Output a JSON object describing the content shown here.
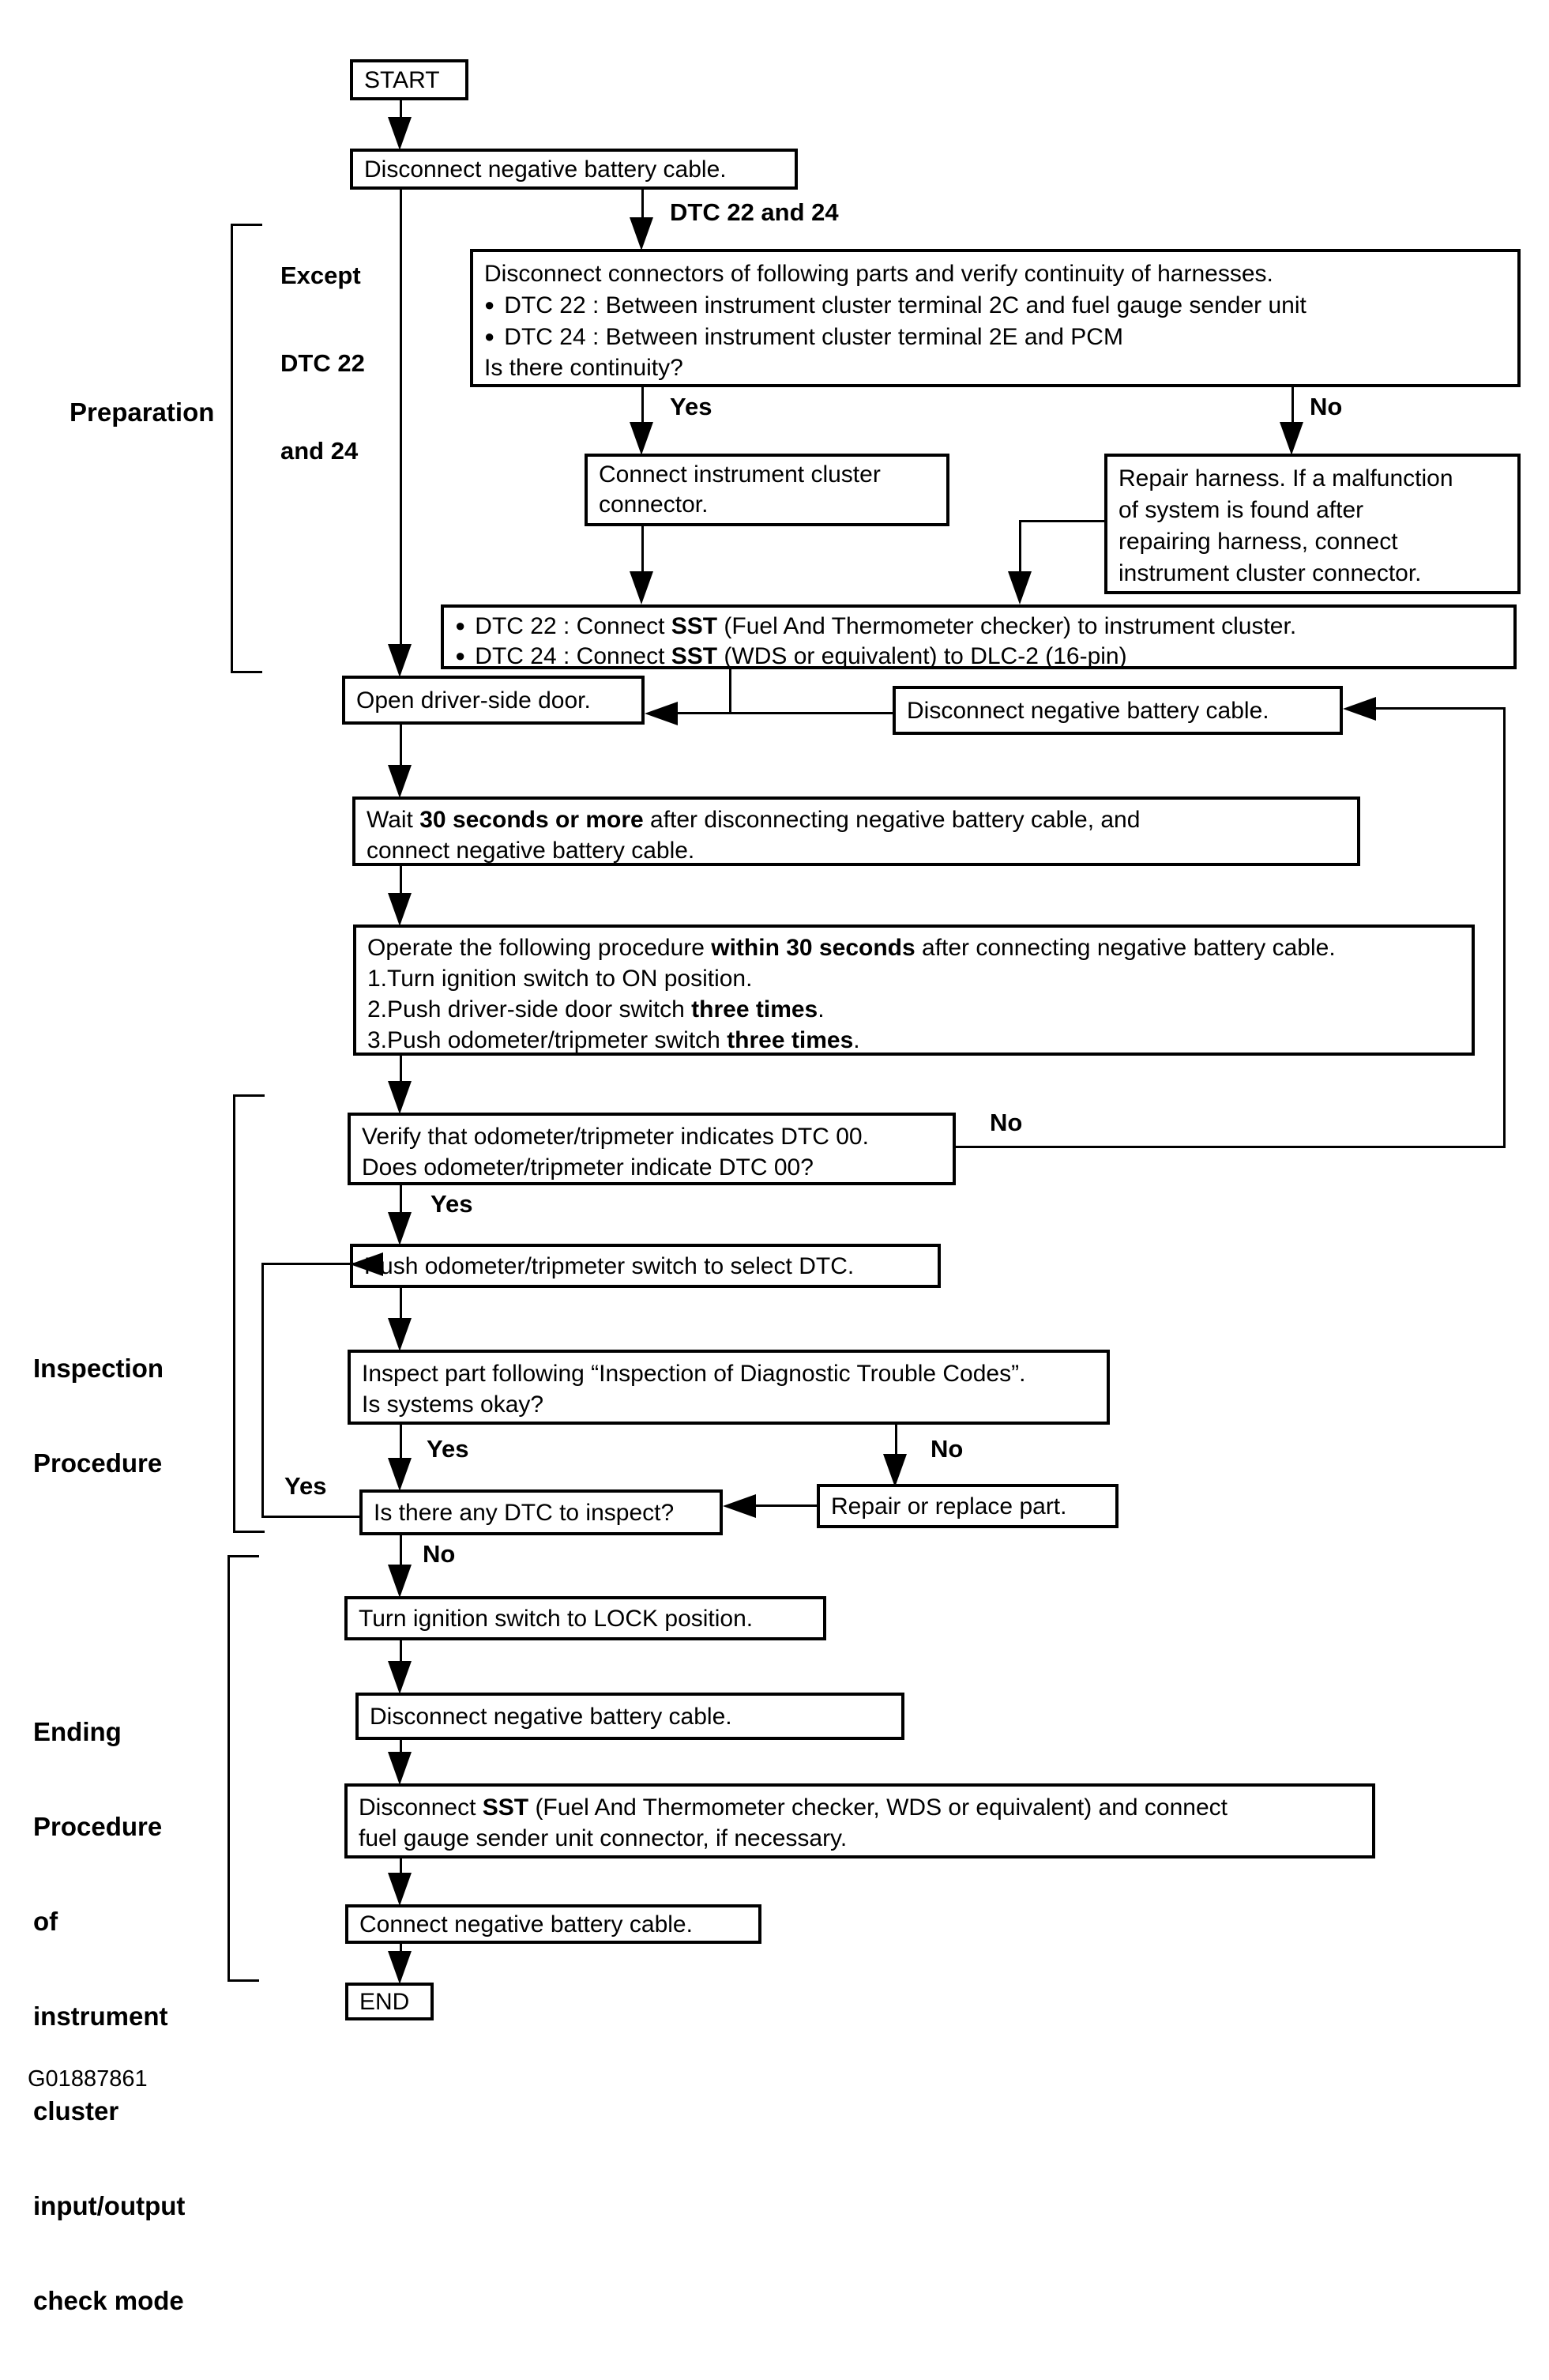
{
  "footer": {
    "figure_code": "G01887861"
  },
  "side_labels": {
    "preparation": "Preparation",
    "inspection": [
      "Inspection",
      "Procedure"
    ],
    "ending": [
      "Ending",
      "Procedure",
      "of",
      "instrument",
      "cluster",
      "input/output",
      "check mode"
    ]
  },
  "branch_labels": {
    "except_dtc": [
      "Except",
      "DTC 22",
      "and 24"
    ],
    "dtc_22_24": "DTC 22 and 24",
    "continuity_yes": "Yes",
    "continuity_no": "No",
    "verify_no": "No",
    "verify_yes": "Yes",
    "inspect_yes": "Yes",
    "inspect_no": "No",
    "any_dtc_yes": "Yes",
    "any_dtc_no": "No"
  },
  "nodes": {
    "start": "START",
    "disconnect_battery_1": "Disconnect negative battery cable.",
    "continuity_check": {
      "line1": "Disconnect connectors of following parts and verify continuity of harnesses.",
      "bullet": "●",
      "item1": "DTC 22 : Between instrument cluster terminal 2C and fuel gauge sender unit",
      "item2": "DTC 24 : Between instrument cluster terminal 2E and PCM",
      "question": "Is there continuity?"
    },
    "connect_cluster": [
      "Connect instrument cluster",
      "connector."
    ],
    "repair_harness": [
      "Repair harness. If a malfunction",
      "of system is found after",
      "repairing harness, connect",
      "instrument cluster connector."
    ],
    "connect_sst": {
      "bullet": "●",
      "item1_pre": "DTC 22 : Connect ",
      "item1_bold": "SST",
      "item1_post": " (Fuel And Thermometer checker) to instrument cluster.",
      "item2_pre": "DTC 24 : Connect ",
      "item2_bold": "SST",
      "item2_post": " (WDS or equivalent) to DLC-2 (16-pin)"
    },
    "open_door": "Open driver-side door.",
    "disconnect_battery_2": "Disconnect negative battery cable.",
    "wait_30": {
      "pre": "Wait ",
      "bold": "30 seconds or more",
      "post": " after disconnecting negative battery cable, and",
      "line2": "connect negative battery cable."
    },
    "operate": {
      "l1_pre": "Operate the following procedure ",
      "l1_bold": "within 30 seconds",
      "l1_post": " after connecting negative battery cable.",
      "l2": "1.Turn ignition switch to ON position.",
      "l3_pre": "2.Push driver-side door switch ",
      "l3_bold": "three times",
      "l3_post": ".",
      "l4_pre": "3.Push odometer/tripmeter switch ",
      "l4_bold": "three times",
      "l4_post": "."
    },
    "verify_dtc00": [
      "Verify that odometer/tripmeter indicates DTC 00.",
      "Does odometer/tripmeter indicate DTC 00?"
    ],
    "push_odometer": "Push odometer/tripmeter switch to select DTC.",
    "inspect_part": [
      "Inspect part following “Inspection of Diagnostic Trouble Codes”.",
      "Is systems okay?"
    ],
    "any_dtc": "Is there any DTC to inspect?",
    "repair_replace": "Repair or replace part.",
    "ignition_lock": "Turn ignition switch to LOCK position.",
    "disconnect_battery_3": "Disconnect negative battery cable.",
    "disconnect_sst": {
      "pre": "Disconnect ",
      "bold": "SST",
      "post": " (Fuel And Thermometer checker, WDS or equivalent) and connect",
      "line2": "fuel gauge sender unit connector, if necessary."
    },
    "connect_battery": "Connect negative battery cable.",
    "end": "END"
  }
}
